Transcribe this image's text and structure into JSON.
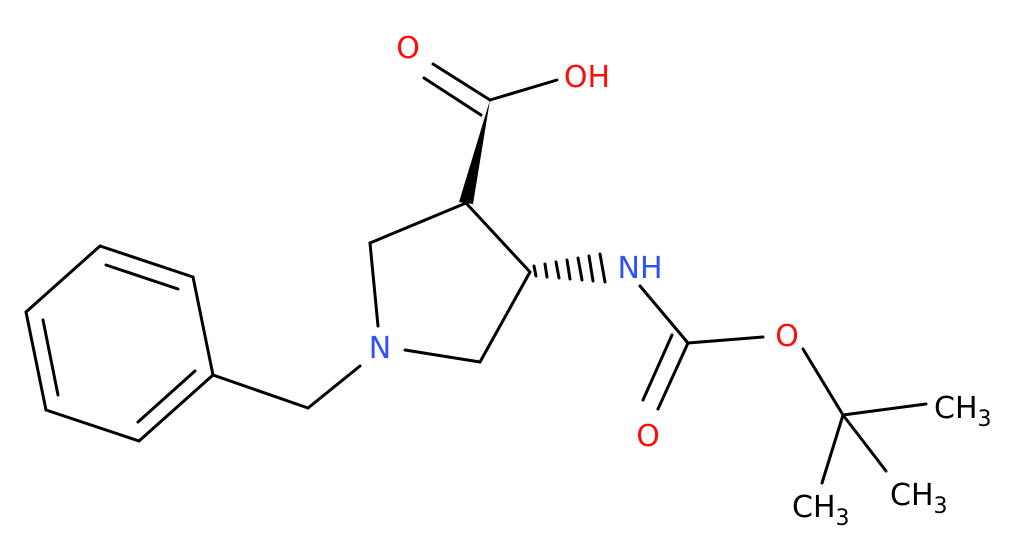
{
  "molecule": {
    "atom_labels": {
      "carbonyl_o_acid": "O",
      "hydroxyl": "OH",
      "nh": "NH",
      "ring_n": "N",
      "ester_o": "O",
      "carbamate_o": "O",
      "methyl_1": {
        "main": "CH",
        "sub": "3"
      },
      "methyl_2": {
        "main": "CH",
        "sub": "3"
      },
      "methyl_3": {
        "main": "CH",
        "sub": "3"
      }
    },
    "colors": {
      "oxygen": "#ff0d0d",
      "nitrogen": "#3050f8",
      "carbon": "#000000",
      "bond": "#000000"
    }
  }
}
